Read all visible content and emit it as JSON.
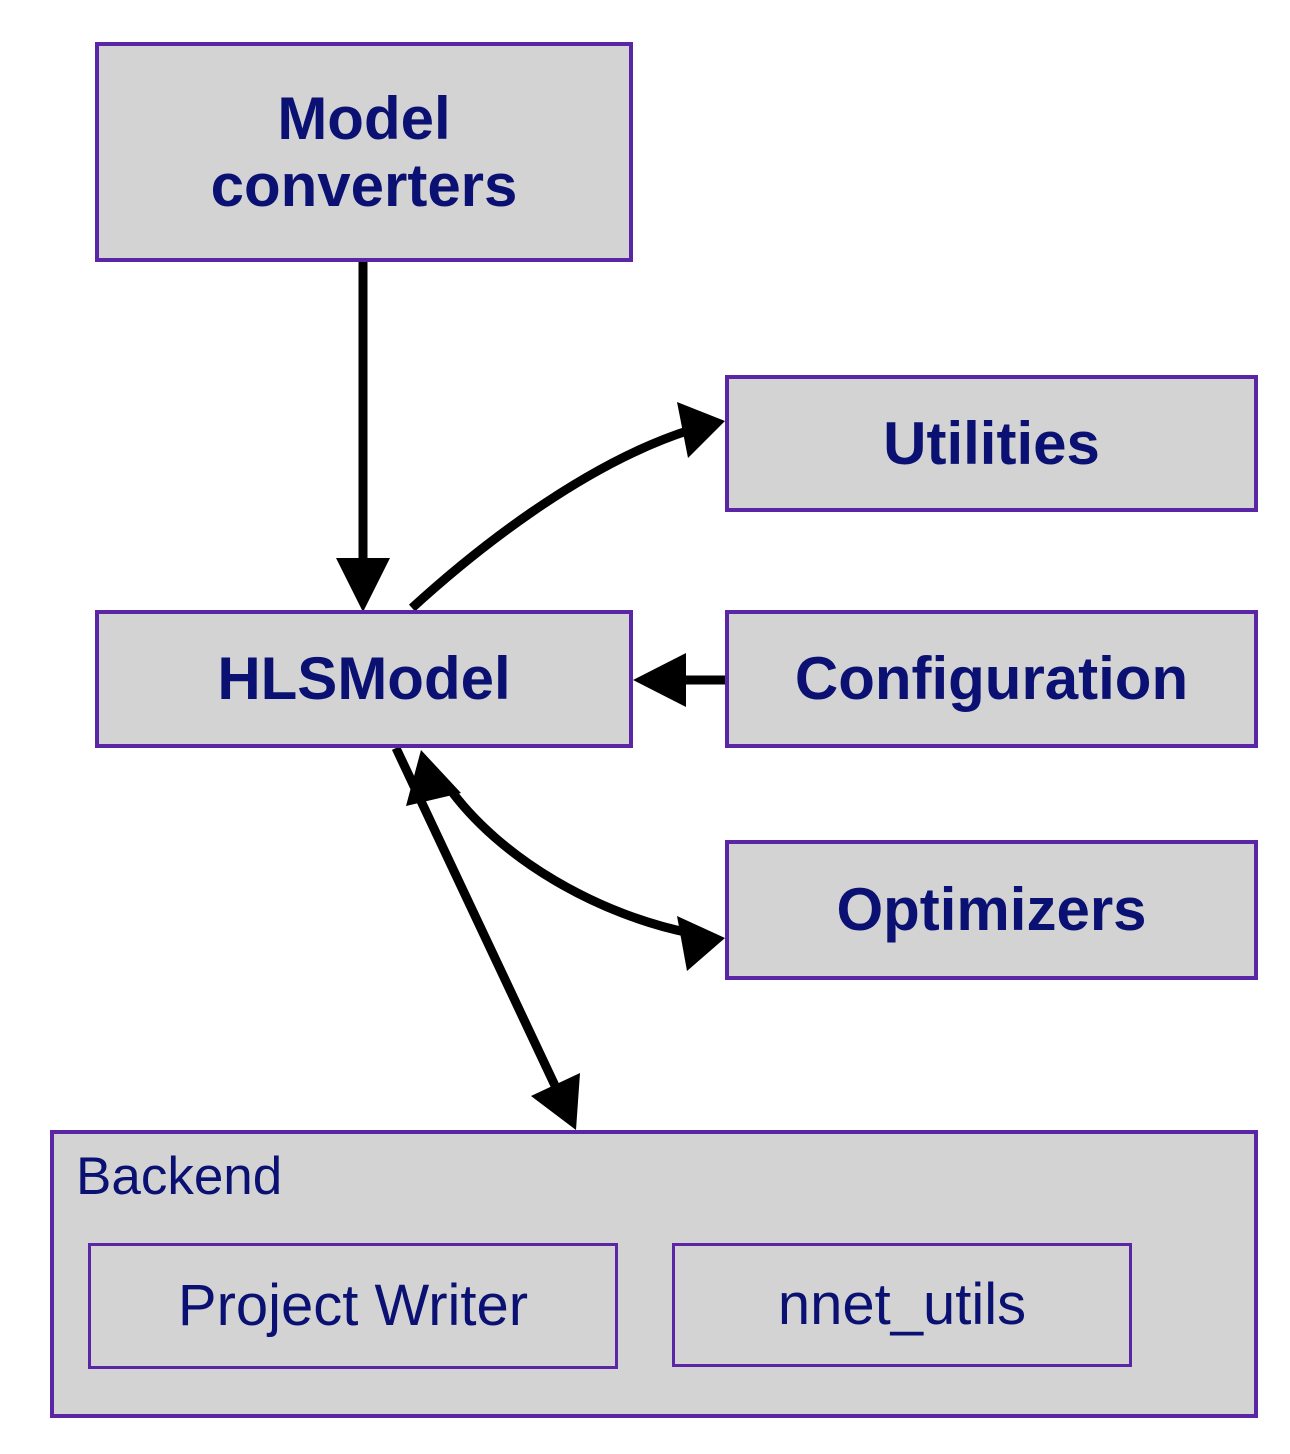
{
  "diagram": {
    "title": "hls4ml architecture block diagram",
    "colors": {
      "box_fill": "#d3d3d3",
      "box_border": "#5b26a5",
      "text": "#0a1172",
      "arrow": "#000000",
      "background": "#ffffff"
    },
    "nodes": [
      {
        "id": "model-converters",
        "label": "Model\nconverters"
      },
      {
        "id": "utilities",
        "label": "Utilities"
      },
      {
        "id": "hlsmodel",
        "label": "HLSModel"
      },
      {
        "id": "configuration",
        "label": "Configuration"
      },
      {
        "id": "optimizers",
        "label": "Optimizers"
      },
      {
        "id": "backend",
        "label": "Backend"
      },
      {
        "id": "project-writer",
        "label": "Project Writer"
      },
      {
        "id": "nnet-utils",
        "label": "nnet_utils"
      }
    ],
    "edges": [
      {
        "id": "model-converters-to-hlsmodel",
        "from": "Model converters",
        "to": "HLSModel",
        "style": "straight",
        "direction": "one-way"
      },
      {
        "id": "hlsmodel-to-utilities",
        "from": "HLSModel",
        "to": "Utilities",
        "style": "curved",
        "direction": "one-way"
      },
      {
        "id": "configuration-to-hlsmodel",
        "from": "Configuration",
        "to": "HLSModel",
        "style": "straight",
        "direction": "one-way"
      },
      {
        "id": "hlsmodel-optimizers",
        "from": "HLSModel",
        "to": "Optimizers",
        "style": "curved",
        "direction": "two-way"
      },
      {
        "id": "hlsmodel-to-backend",
        "from": "HLSModel",
        "to": "Backend",
        "style": "straight",
        "direction": "one-way"
      }
    ]
  }
}
